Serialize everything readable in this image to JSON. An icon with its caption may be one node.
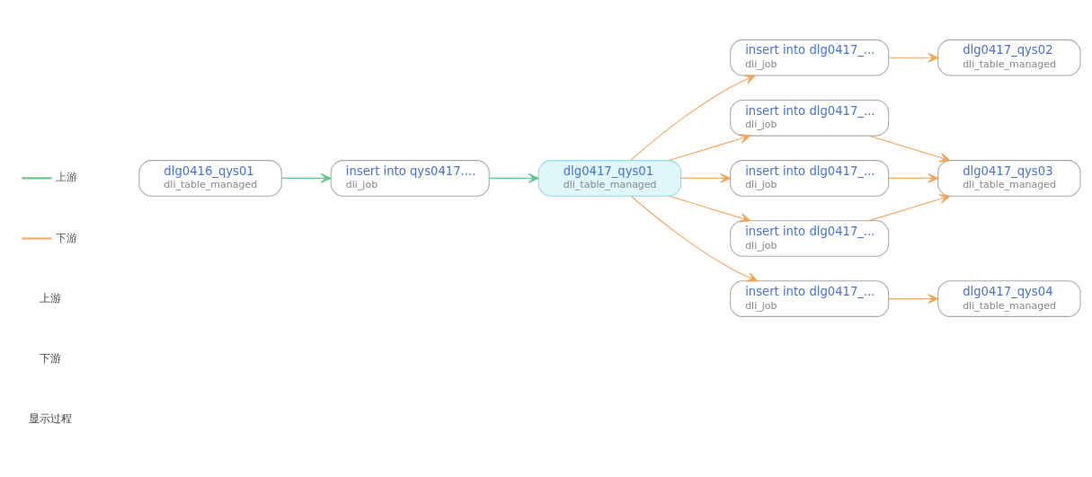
{
  "diagram": {
    "nodes": [
      {
        "text": [
          "dlg0416_qys01",
          "dli_table_managed"
        ]
      },
      {
        "text": [
          "insert into qys0417....",
          "dli_job"
        ]
      },
      {
        "text": [
          "dlg0417_qys01",
          "dli_table_managed"
        ]
      },
      {
        "text": [
          "insert into dlg0417_...",
          "dli_job"
        ]
      },
      {
        "text": [
          "insert into dlg0417_...",
          "dli_job"
        ]
      },
      {
        "text": [
          "insert into dlg0417_...",
          "dli_job"
        ]
      },
      {
        "text": [
          "insert into dlg0417_...",
          "dli_job"
        ]
      },
      {
        "text": [
          "insert into dlg0417_...",
          "dli_job"
        ]
      },
      {
        "text": [
          "dlg0417_qys02",
          "dli_table_managed"
        ]
      },
      {
        "text": [
          "dlg0417_qys03",
          "dli_table_managed"
        ]
      },
      {
        "text": [
          "dlg0417_qys04",
          "dli_table_managed"
        ]
      }
    ],
    "edges": [
      {
        "from": 0,
        "to": 1,
        "arrow": "to",
        "color": "#5ec98a"
      },
      {
        "from": 1,
        "to": 2,
        "arrow": "to",
        "color": "#5ec98a"
      },
      {
        "from": 2,
        "to": 3,
        "arrow": "to"
      },
      {
        "from": 2,
        "to": 4,
        "arrow": "to"
      },
      {
        "from": 2,
        "to": 5,
        "arrow": "to"
      },
      {
        "from": 2,
        "to": 6,
        "arrow": "to"
      },
      {
        "from": 2,
        "to": 7,
        "arrow": "to"
      },
      {
        "from": 3,
        "to": 8,
        "arrow": "to"
      },
      {
        "from": 4,
        "to": 9,
        "arrow": "to"
      },
      {
        "from": 5,
        "to": 10,
        "arrow": "to"
      },
      {
        "from": 6,
        "to": 9,
        "arrow": "to"
      },
      {
        "from": 7,
        "to": 9,
        "arrow": "to"
      }
    ],
    "labels": [
      "上游",
      "下游",
      "显示过程"
    ],
    "legend": [
      {
        "text": "上游",
        "color": "#5ec98a"
      },
      {
        "text": "下游",
        "color": "#f5a55a"
      }
    ]
  }
}
